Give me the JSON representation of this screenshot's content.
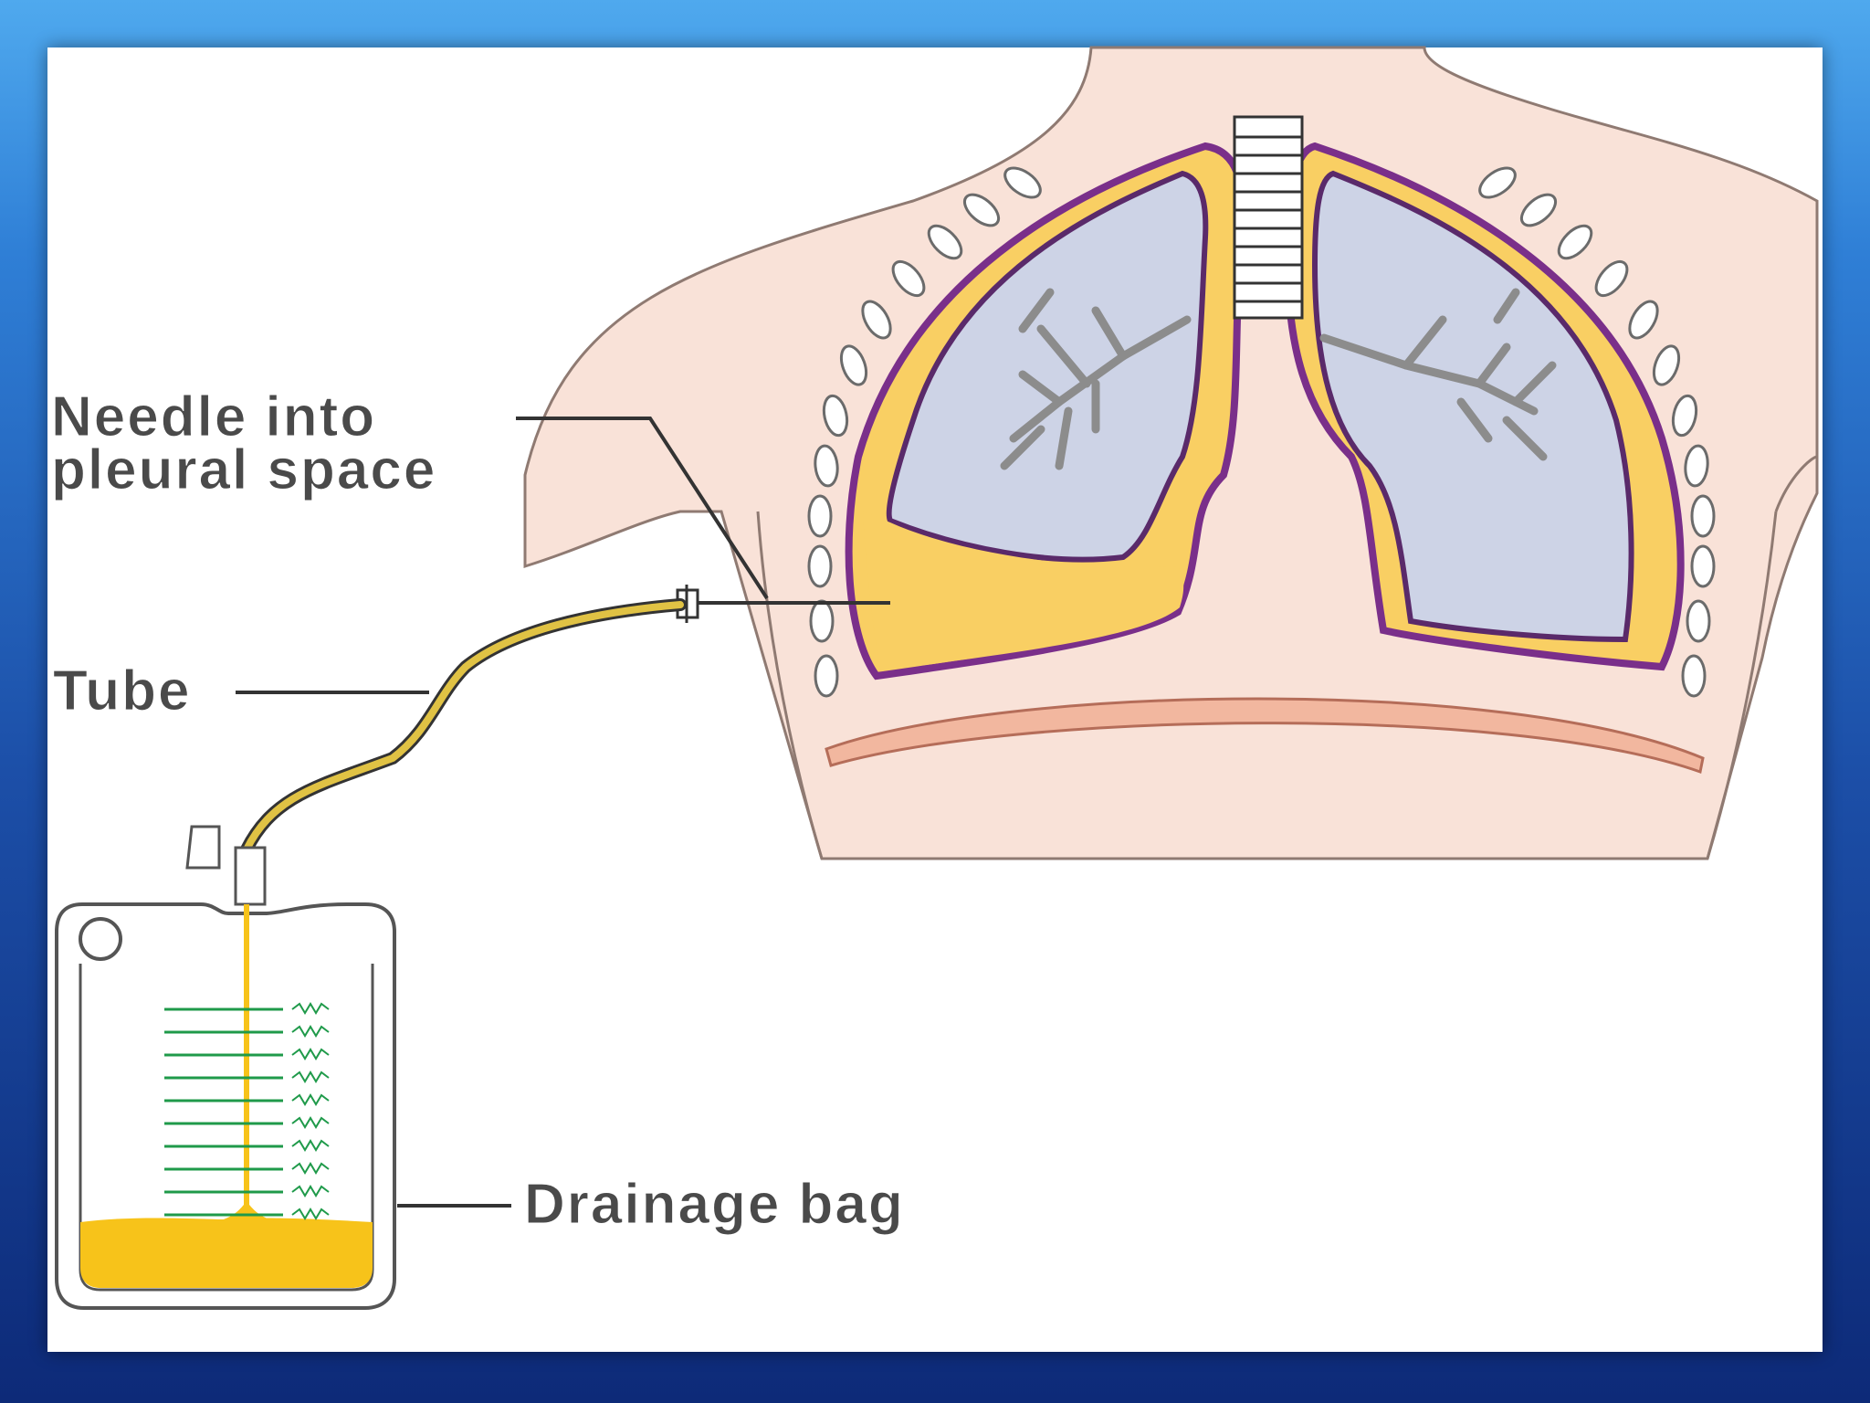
{
  "diagram": {
    "labels": {
      "needle_line1": "Needle into",
      "needle_line2": "pleural space",
      "tube": "Tube",
      "drainage_bag": "Drainage bag"
    },
    "colors": {
      "background_top": "#4fa9ee",
      "background_bottom": "#0d2a78",
      "skin": "#f9e2d8",
      "pleura_outer": "#7a2f8a",
      "pleural_fluid": "#f9cf63",
      "lung": "#cdd3e6",
      "fluid_collected": "#f7c31a",
      "scale_marks": "#1f9a4a"
    }
  }
}
